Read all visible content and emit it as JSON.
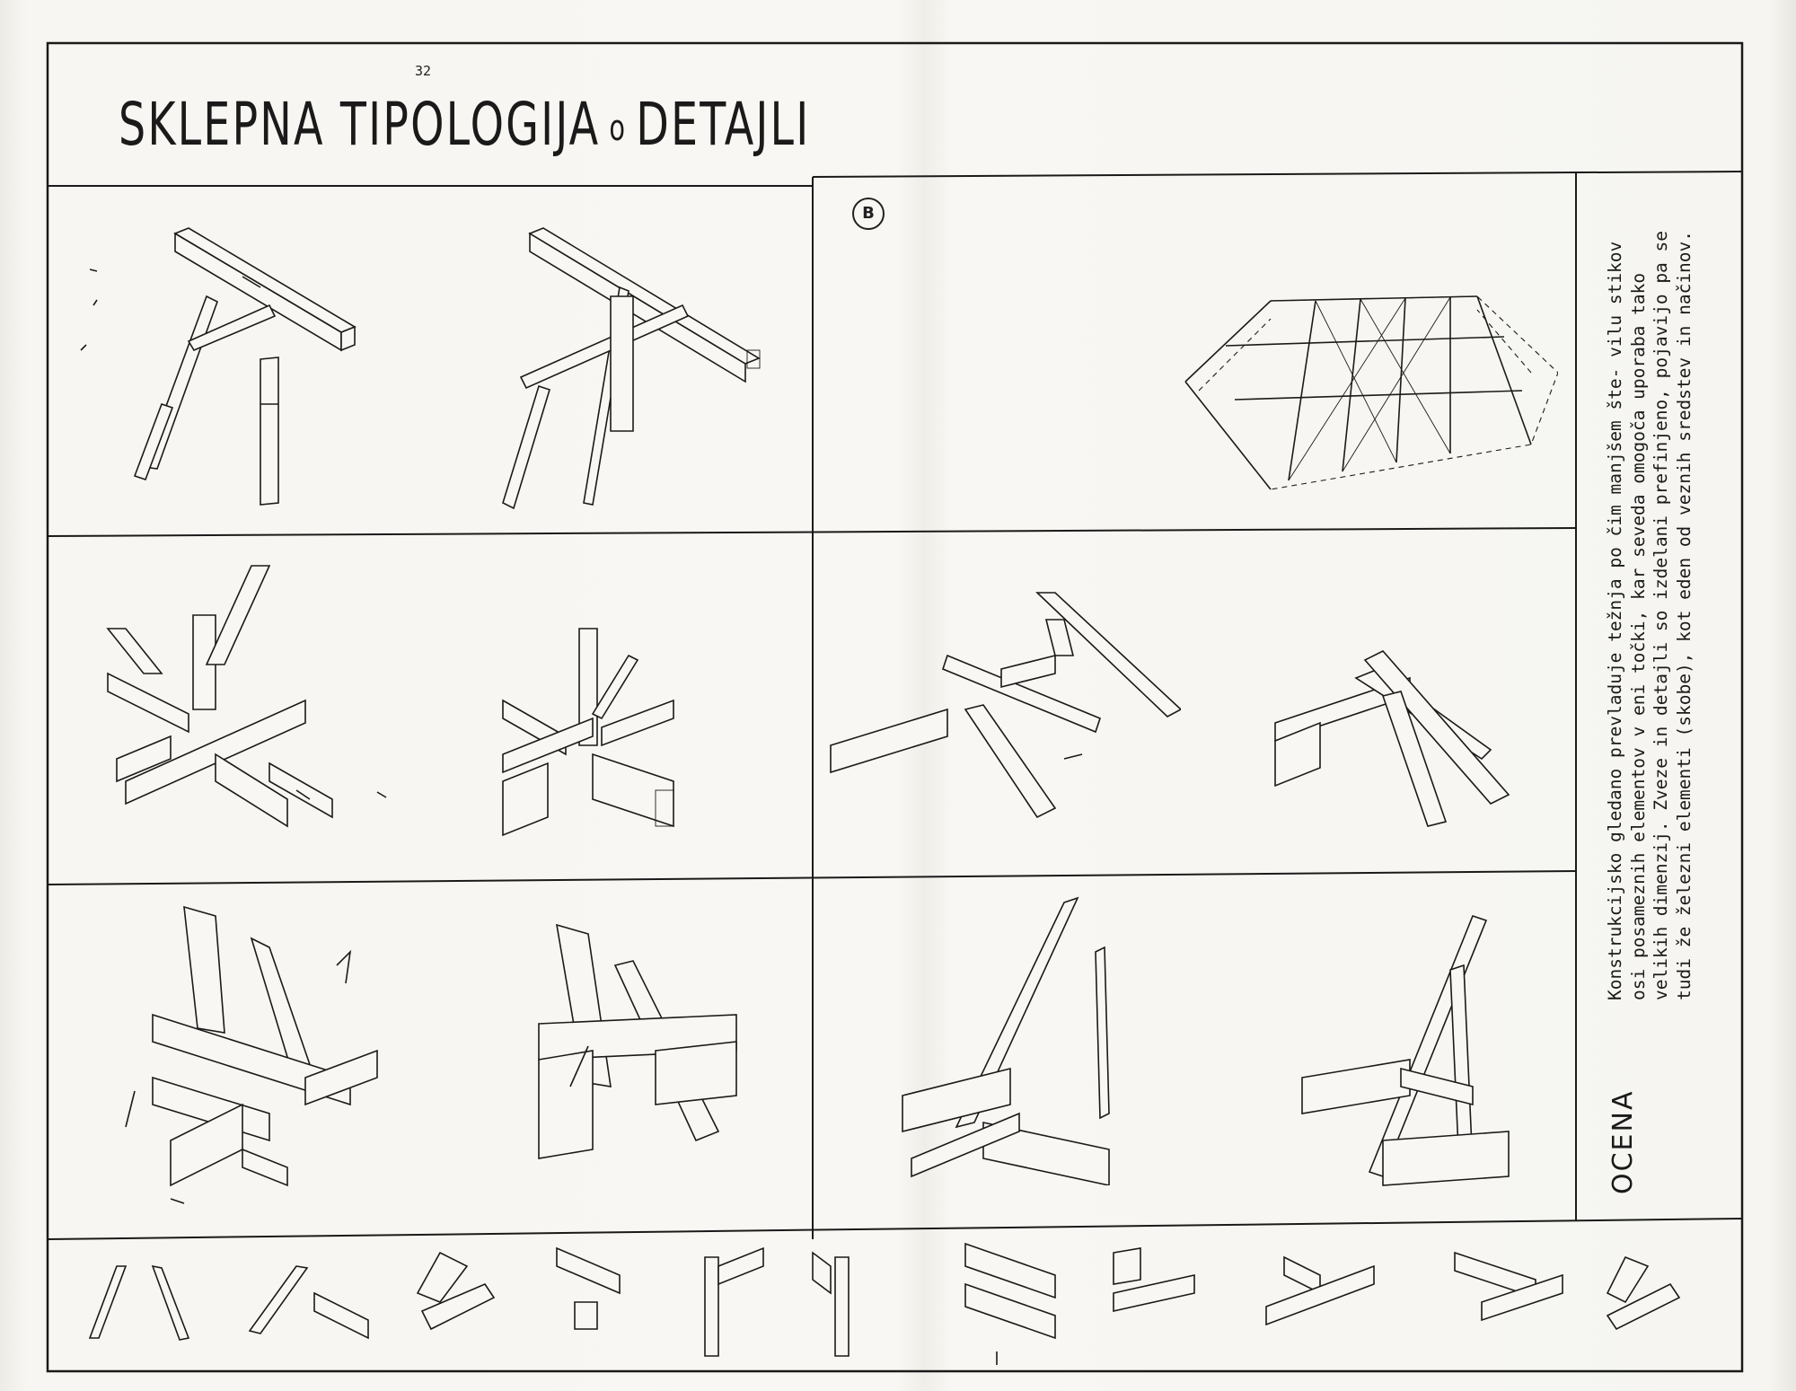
{
  "page": {
    "number": "32",
    "title_part1": "SKLEPNA TIPOLOGIJA",
    "title_separator": "o",
    "title_part2": "DETAJLI",
    "panel_label": "B",
    "side_title": "OCENA",
    "side_text": "Konstrukcijsko gledano prevladuje težnja po čim manjšem šte- vilu stikov osi posameznih elementov v eni točki, kar seveda omogoča uporaba tako velikih dimenzij. Zveze in detajli so izdelani prefinjeno, pojavijo pa se tudi že železni elementi (skobe), kot eden od veznih sredstev in načinov."
  },
  "illustrations": [
    {
      "id": "joint-rafter-exploded",
      "icon": "timber-joint-exploded"
    },
    {
      "id": "joint-rafter-assembled",
      "icon": "timber-joint-assembled"
    },
    {
      "id": "roof-truss-perspective",
      "icon": "roof-truss"
    },
    {
      "id": "joint-post-exploded",
      "icon": "timber-joint-exploded"
    },
    {
      "id": "joint-post-assembled",
      "icon": "timber-joint-assembled"
    },
    {
      "id": "joint-strut-exploded",
      "icon": "timber-joint-exploded"
    },
    {
      "id": "joint-strut-assembled",
      "icon": "timber-joint-assembled"
    },
    {
      "id": "joint-base-exploded",
      "icon": "timber-joint-exploded"
    },
    {
      "id": "joint-base-assembled",
      "icon": "timber-joint-assembled"
    },
    {
      "id": "joint-brace-exploded",
      "icon": "timber-joint-exploded"
    },
    {
      "id": "joint-brace-assembled",
      "icon": "timber-joint-assembled"
    }
  ],
  "joint_catalog": [
    "small-joint-1",
    "small-joint-2",
    "small-joint-3",
    "small-joint-4",
    "small-joint-5",
    "small-joint-6",
    "small-joint-7",
    "small-joint-8",
    "small-joint-9",
    "small-joint-10",
    "small-joint-11"
  ]
}
